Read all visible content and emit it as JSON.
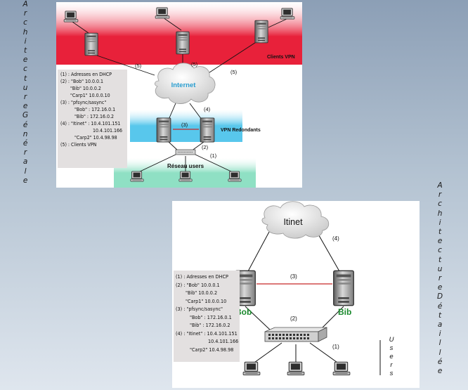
{
  "side_labels": {
    "left": "Architecture Générale",
    "right": "Architecture Détaillée"
  },
  "general": {
    "zone_vpn_clients": "Clients VPN",
    "zone_vpn_redundant": "VPN Redondants",
    "zone_users": "Réseau users",
    "cloud": "Internet",
    "link_labels": {
      "l5a": "(5)",
      "l5b": "(5)",
      "l5c": "(5)",
      "l4": "(4)",
      "l3": "(3)",
      "l2": "(2)",
      "l1": "(1)"
    },
    "notes": [
      "(1) : Adresses en DHCP",
      "(2) : \"Bob\" 10.0.0.1",
      "\"Bib\" 10.0.0.2",
      "\"Carp1\" 10.0.0.10",
      "(3) : \"pfsync/sasync\"",
      "\"Bob\" : 172.16.0.1",
      "\"Bib\" : 172.16.0.2",
      "(4) : \"Itinet\" : 10.4.101.151",
      "10.4.101.166",
      "\"Carp2\" 10.4.98.98",
      "(5) : Clients VPN"
    ]
  },
  "detailed": {
    "cloud": "Itinet",
    "server_left": "Bob",
    "server_right": "Bib",
    "users": "Users",
    "link_labels": {
      "l4": "(4)",
      "l3": "(3)",
      "l2": "(2)",
      "l1": "(1)"
    },
    "notes": [
      "(1) : Adresses en DHCP",
      "(2) : \"Bob\" 10.0.0.1",
      "\"Bib\" 10.0.0.2",
      "\"Carp1\" 10.0.0.10",
      "(3) : \"pfsync/sasync\"",
      "\"Bob\" : 172.16.0.1",
      "\"Bib\" : 172.16.0.2",
      "(4) : \"Itinet\" : 10.4.101.151",
      "10.4.101.166",
      "\"Carp2\" 10.4.98.98"
    ]
  },
  "colors": {
    "vpn_clients_zone": "#e8213a",
    "vpn_redundant_zone": "#58c7ec",
    "users_zone": "#8fe0c4",
    "notes_bg": "#e3e0e0",
    "sync_link": "#c62828",
    "server_name": "#1b8a2e",
    "cloud_text": "#2a9ed0"
  }
}
